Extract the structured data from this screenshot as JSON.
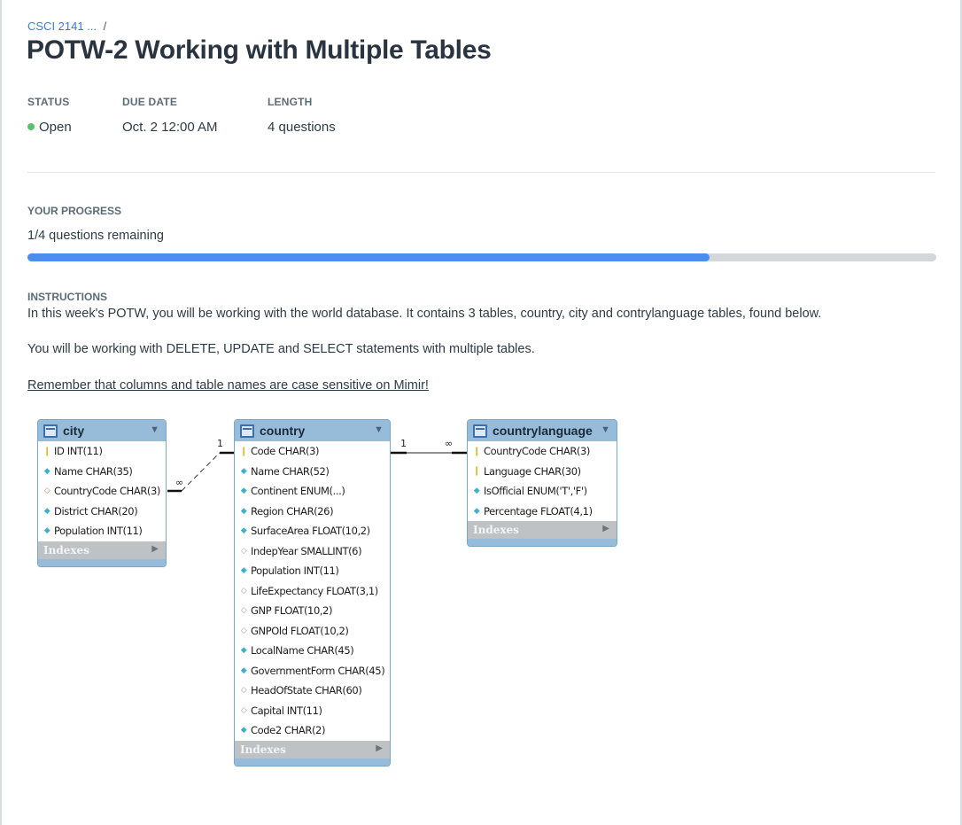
{
  "breadcrumb": {
    "course": "CSCI 2141 ...",
    "separator": "/"
  },
  "page_title": "POTW-2 Working with Multiple Tables",
  "meta": {
    "status_label": "STATUS",
    "status_value": "Open",
    "status_color": "#5ac26e",
    "due_label": "DUE DATE",
    "due_value": "Oct. 2 12:00 AM",
    "length_label": "LENGTH",
    "length_value": "4 questions"
  },
  "progress": {
    "label": "YOUR PROGRESS",
    "text": "1/4 questions remaining",
    "fraction": 0.75,
    "fill_color": "#4c8df0",
    "track_color": "#d3d7da"
  },
  "instructions": {
    "label": "INSTRUCTIONS",
    "line1": "In this week's POTW, you will be working with the world database. It contains 3 tables, country, city and contrylanguage tables, found below.",
    "line2": "You will be working with DELETE, UPDATE and SELECT statements with multiple tables.",
    "line3": "Remember that columns and table names are case sensitive on Mimir!"
  },
  "diagram": {
    "indexes_label": "Indexes",
    "tables": {
      "city": {
        "name": "city",
        "columns": [
          {
            "icon": "key-icon",
            "text": "ID INT(11)"
          },
          {
            "icon": "filled-diamond-icon",
            "text": "Name CHAR(35)"
          },
          {
            "icon": "foreign-key-diamond-icon",
            "text": "CountryCode CHAR(3)"
          },
          {
            "icon": "filled-diamond-icon",
            "text": "District CHAR(20)"
          },
          {
            "icon": "filled-diamond-icon",
            "text": "Population INT(11)"
          }
        ]
      },
      "country": {
        "name": "country",
        "columns": [
          {
            "icon": "key-icon",
            "text": "Code CHAR(3)"
          },
          {
            "icon": "filled-diamond-icon",
            "text": "Name CHAR(52)"
          },
          {
            "icon": "filled-diamond-icon",
            "text": "Continent ENUM(...)"
          },
          {
            "icon": "filled-diamond-icon",
            "text": "Region CHAR(26)"
          },
          {
            "icon": "filled-diamond-icon",
            "text": "SurfaceArea FLOAT(10,2)"
          },
          {
            "icon": "empty-diamond-icon",
            "text": "IndepYear SMALLINT(6)"
          },
          {
            "icon": "filled-diamond-icon",
            "text": "Population INT(11)"
          },
          {
            "icon": "empty-diamond-icon",
            "text": "LifeExpectancy FLOAT(3,1)"
          },
          {
            "icon": "empty-diamond-icon",
            "text": "GNP FLOAT(10,2)"
          },
          {
            "icon": "empty-diamond-icon",
            "text": "GNPOld FLOAT(10,2)"
          },
          {
            "icon": "filled-diamond-icon",
            "text": "LocalName CHAR(45)"
          },
          {
            "icon": "filled-diamond-icon",
            "text": "GovernmentForm CHAR(45)"
          },
          {
            "icon": "empty-diamond-icon",
            "text": "HeadOfState CHAR(60)"
          },
          {
            "icon": "empty-diamond-icon",
            "text": "Capital INT(11)"
          },
          {
            "icon": "filled-diamond-icon",
            "text": "Code2 CHAR(2)"
          }
        ]
      },
      "countrylanguage": {
        "name": "countrylanguage",
        "columns": [
          {
            "icon": "key-icon",
            "text": "CountryCode CHAR(3)"
          },
          {
            "icon": "key-icon",
            "text": "Language CHAR(30)"
          },
          {
            "icon": "filled-diamond-icon",
            "text": "IsOfficial ENUM('T','F')"
          },
          {
            "icon": "filled-diamond-icon",
            "text": "Percentage FLOAT(4,1)"
          }
        ]
      }
    },
    "relationships": [
      {
        "one": "1",
        "many": "∞"
      },
      {
        "one": "1",
        "many": "∞"
      }
    ]
  }
}
